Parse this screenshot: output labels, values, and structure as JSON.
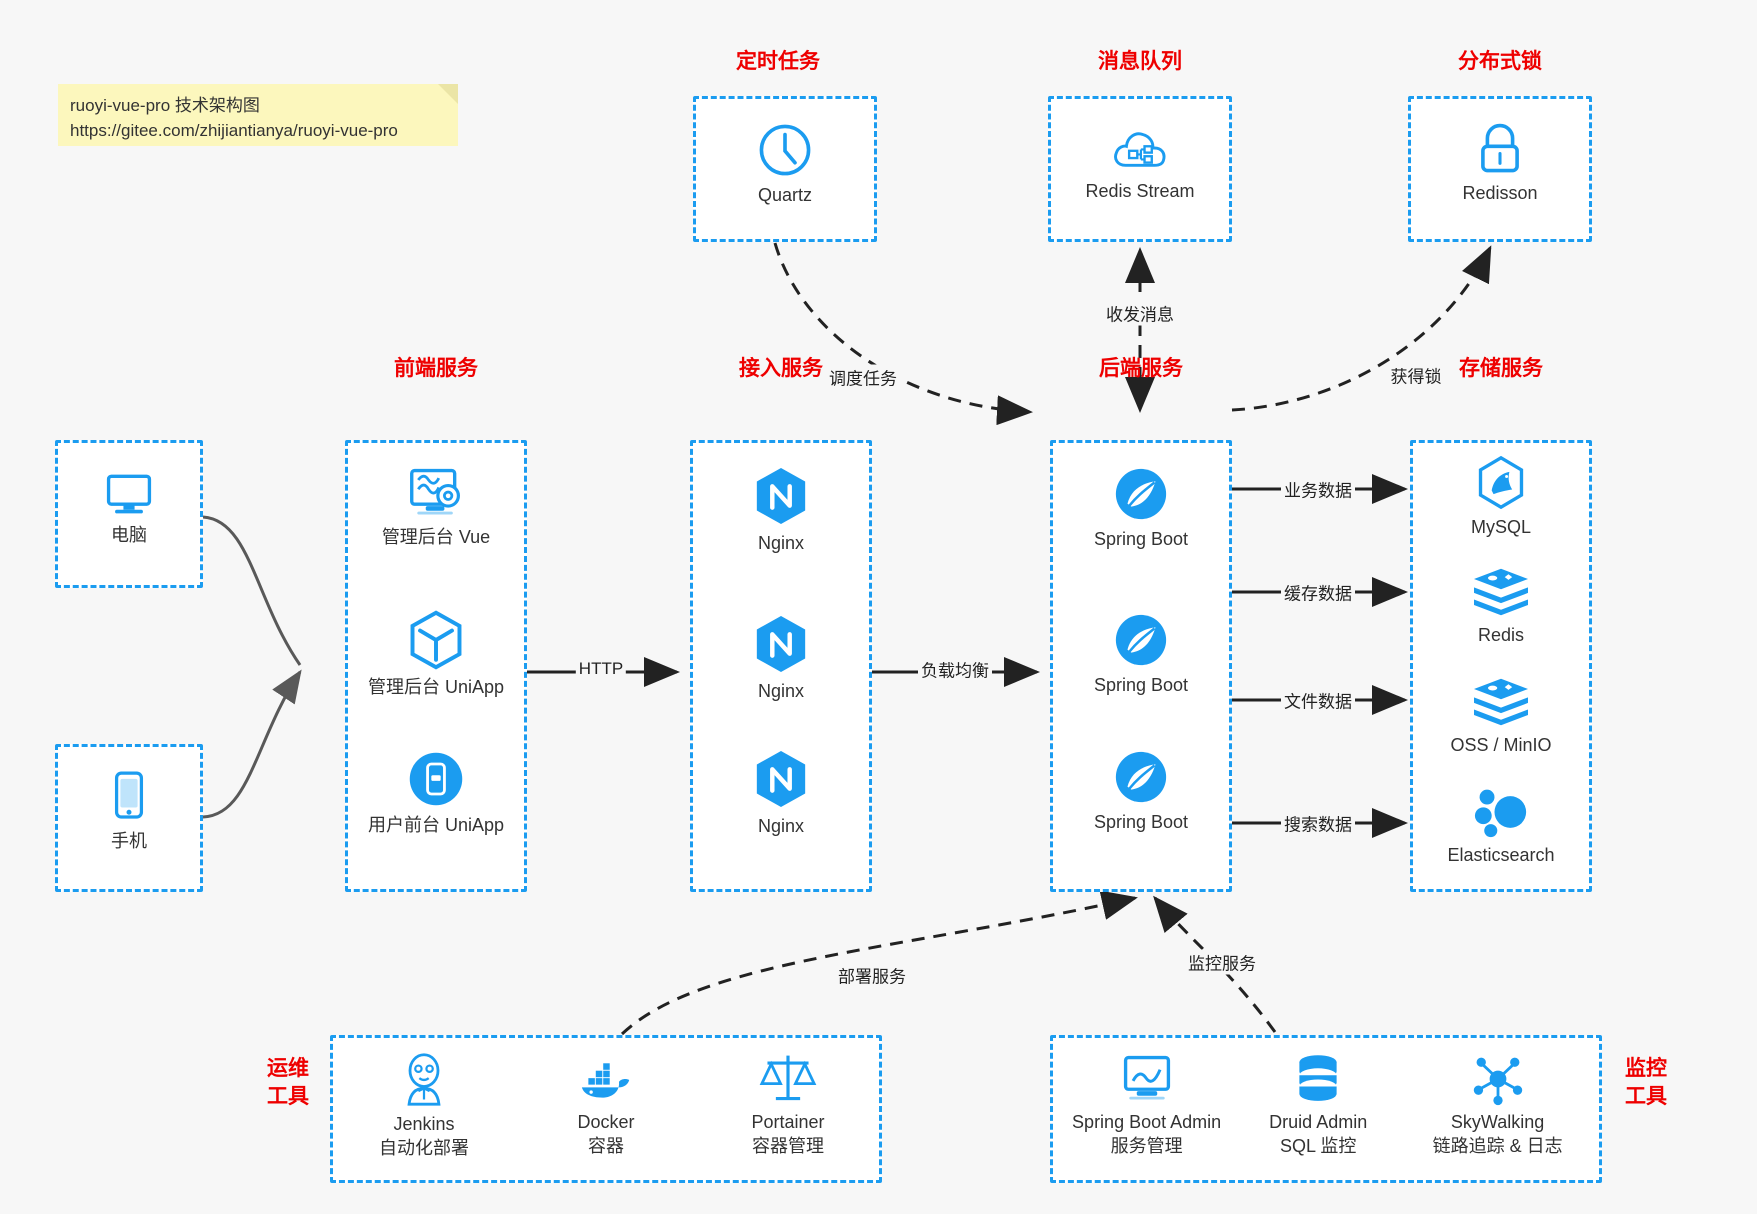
{
  "note": {
    "line1": "ruoyi-vue-pro 技术架构图",
    "line2": "https://gitee.com/zhijiantianya/ruoyi-vue-pro"
  },
  "colors": {
    "accent_blue": "#1b9cf0",
    "title_red": "#ee0000",
    "background": "#f7f7f7",
    "box_fill": "#ffffff",
    "arrow_gray": "#595959",
    "arrow_black": "#222222",
    "note_yellow": "#fcf7bd"
  },
  "groups": {
    "scheduled_task": {
      "title": "定时任务",
      "nodes": [
        {
          "label": "Quartz",
          "icon": "clock-icon"
        }
      ]
    },
    "message_queue": {
      "title": "消息队列",
      "nodes": [
        {
          "label": "Redis Stream",
          "icon": "cloud-network-icon"
        }
      ]
    },
    "distributed_lock": {
      "title": "分布式锁",
      "nodes": [
        {
          "label": "Redisson",
          "icon": "lock-icon"
        }
      ]
    },
    "client_pc": {
      "title": "",
      "nodes": [
        {
          "label": "电脑",
          "icon": "monitor-icon"
        }
      ]
    },
    "client_mobile": {
      "title": "",
      "nodes": [
        {
          "label": "手机",
          "icon": "phone-icon"
        }
      ]
    },
    "frontend": {
      "title": "前端服务",
      "nodes": [
        {
          "label": "管理后台 Vue",
          "icon": "dashboard-gear-icon"
        },
        {
          "label": "管理后台 UniApp",
          "icon": "hexagon-cube-icon"
        },
        {
          "label": "用户前台 UniApp",
          "icon": "mobile-app-icon"
        }
      ]
    },
    "gateway": {
      "title": "接入服务",
      "nodes": [
        {
          "label": "Nginx",
          "icon": "nginx-icon"
        },
        {
          "label": "Nginx",
          "icon": "nginx-icon"
        },
        {
          "label": "Nginx",
          "icon": "nginx-icon"
        }
      ]
    },
    "backend": {
      "title": "后端服务",
      "nodes": [
        {
          "label": "Spring Boot",
          "icon": "spring-leaf-icon"
        },
        {
          "label": "Spring Boot",
          "icon": "spring-leaf-icon"
        },
        {
          "label": "Spring Boot",
          "icon": "spring-leaf-icon"
        }
      ]
    },
    "storage": {
      "title": "存储服务",
      "nodes": [
        {
          "label": "MySQL",
          "icon": "mysql-dolphin-icon"
        },
        {
          "label": "Redis",
          "icon": "redis-stack-icon"
        },
        {
          "label": "OSS / MinIO",
          "icon": "redis-stack-icon"
        },
        {
          "label": "Elasticsearch",
          "icon": "elasticsearch-icon"
        }
      ]
    },
    "devops": {
      "title": "运维\n工具",
      "title_line1": "运维",
      "title_line2": "工具",
      "nodes": [
        {
          "label": "Jenkins",
          "sublabel": "自动化部署",
          "icon": "jenkins-butler-icon"
        },
        {
          "label": "Docker",
          "sublabel": "容器",
          "icon": "docker-whale-icon"
        },
        {
          "label": "Portainer",
          "sublabel": "容器管理",
          "icon": "portainer-scale-icon"
        }
      ]
    },
    "monitoring": {
      "title_line1": "监控",
      "title_line2": "工具",
      "nodes": [
        {
          "label": "Spring Boot Admin",
          "sublabel": "服务管理",
          "icon": "monitor-chart-icon"
        },
        {
          "label": "Druid Admin",
          "sublabel": "SQL 监控",
          "icon": "database-icon"
        },
        {
          "label": "SkyWalking",
          "sublabel": "链路追踪 & 日志",
          "icon": "skywalking-icon"
        }
      ]
    }
  },
  "edge_labels": {
    "schedule_task": "调度任务",
    "send_receive_message": "收发消息",
    "acquire_lock": "获得锁",
    "http": "HTTP",
    "load_balance": "负载均衡",
    "business_data": "业务数据",
    "cache_data": "缓存数据",
    "file_data": "文件数据",
    "search_data": "搜索数据",
    "deploy_service": "部署服务",
    "monitor_service": "监控服务"
  }
}
